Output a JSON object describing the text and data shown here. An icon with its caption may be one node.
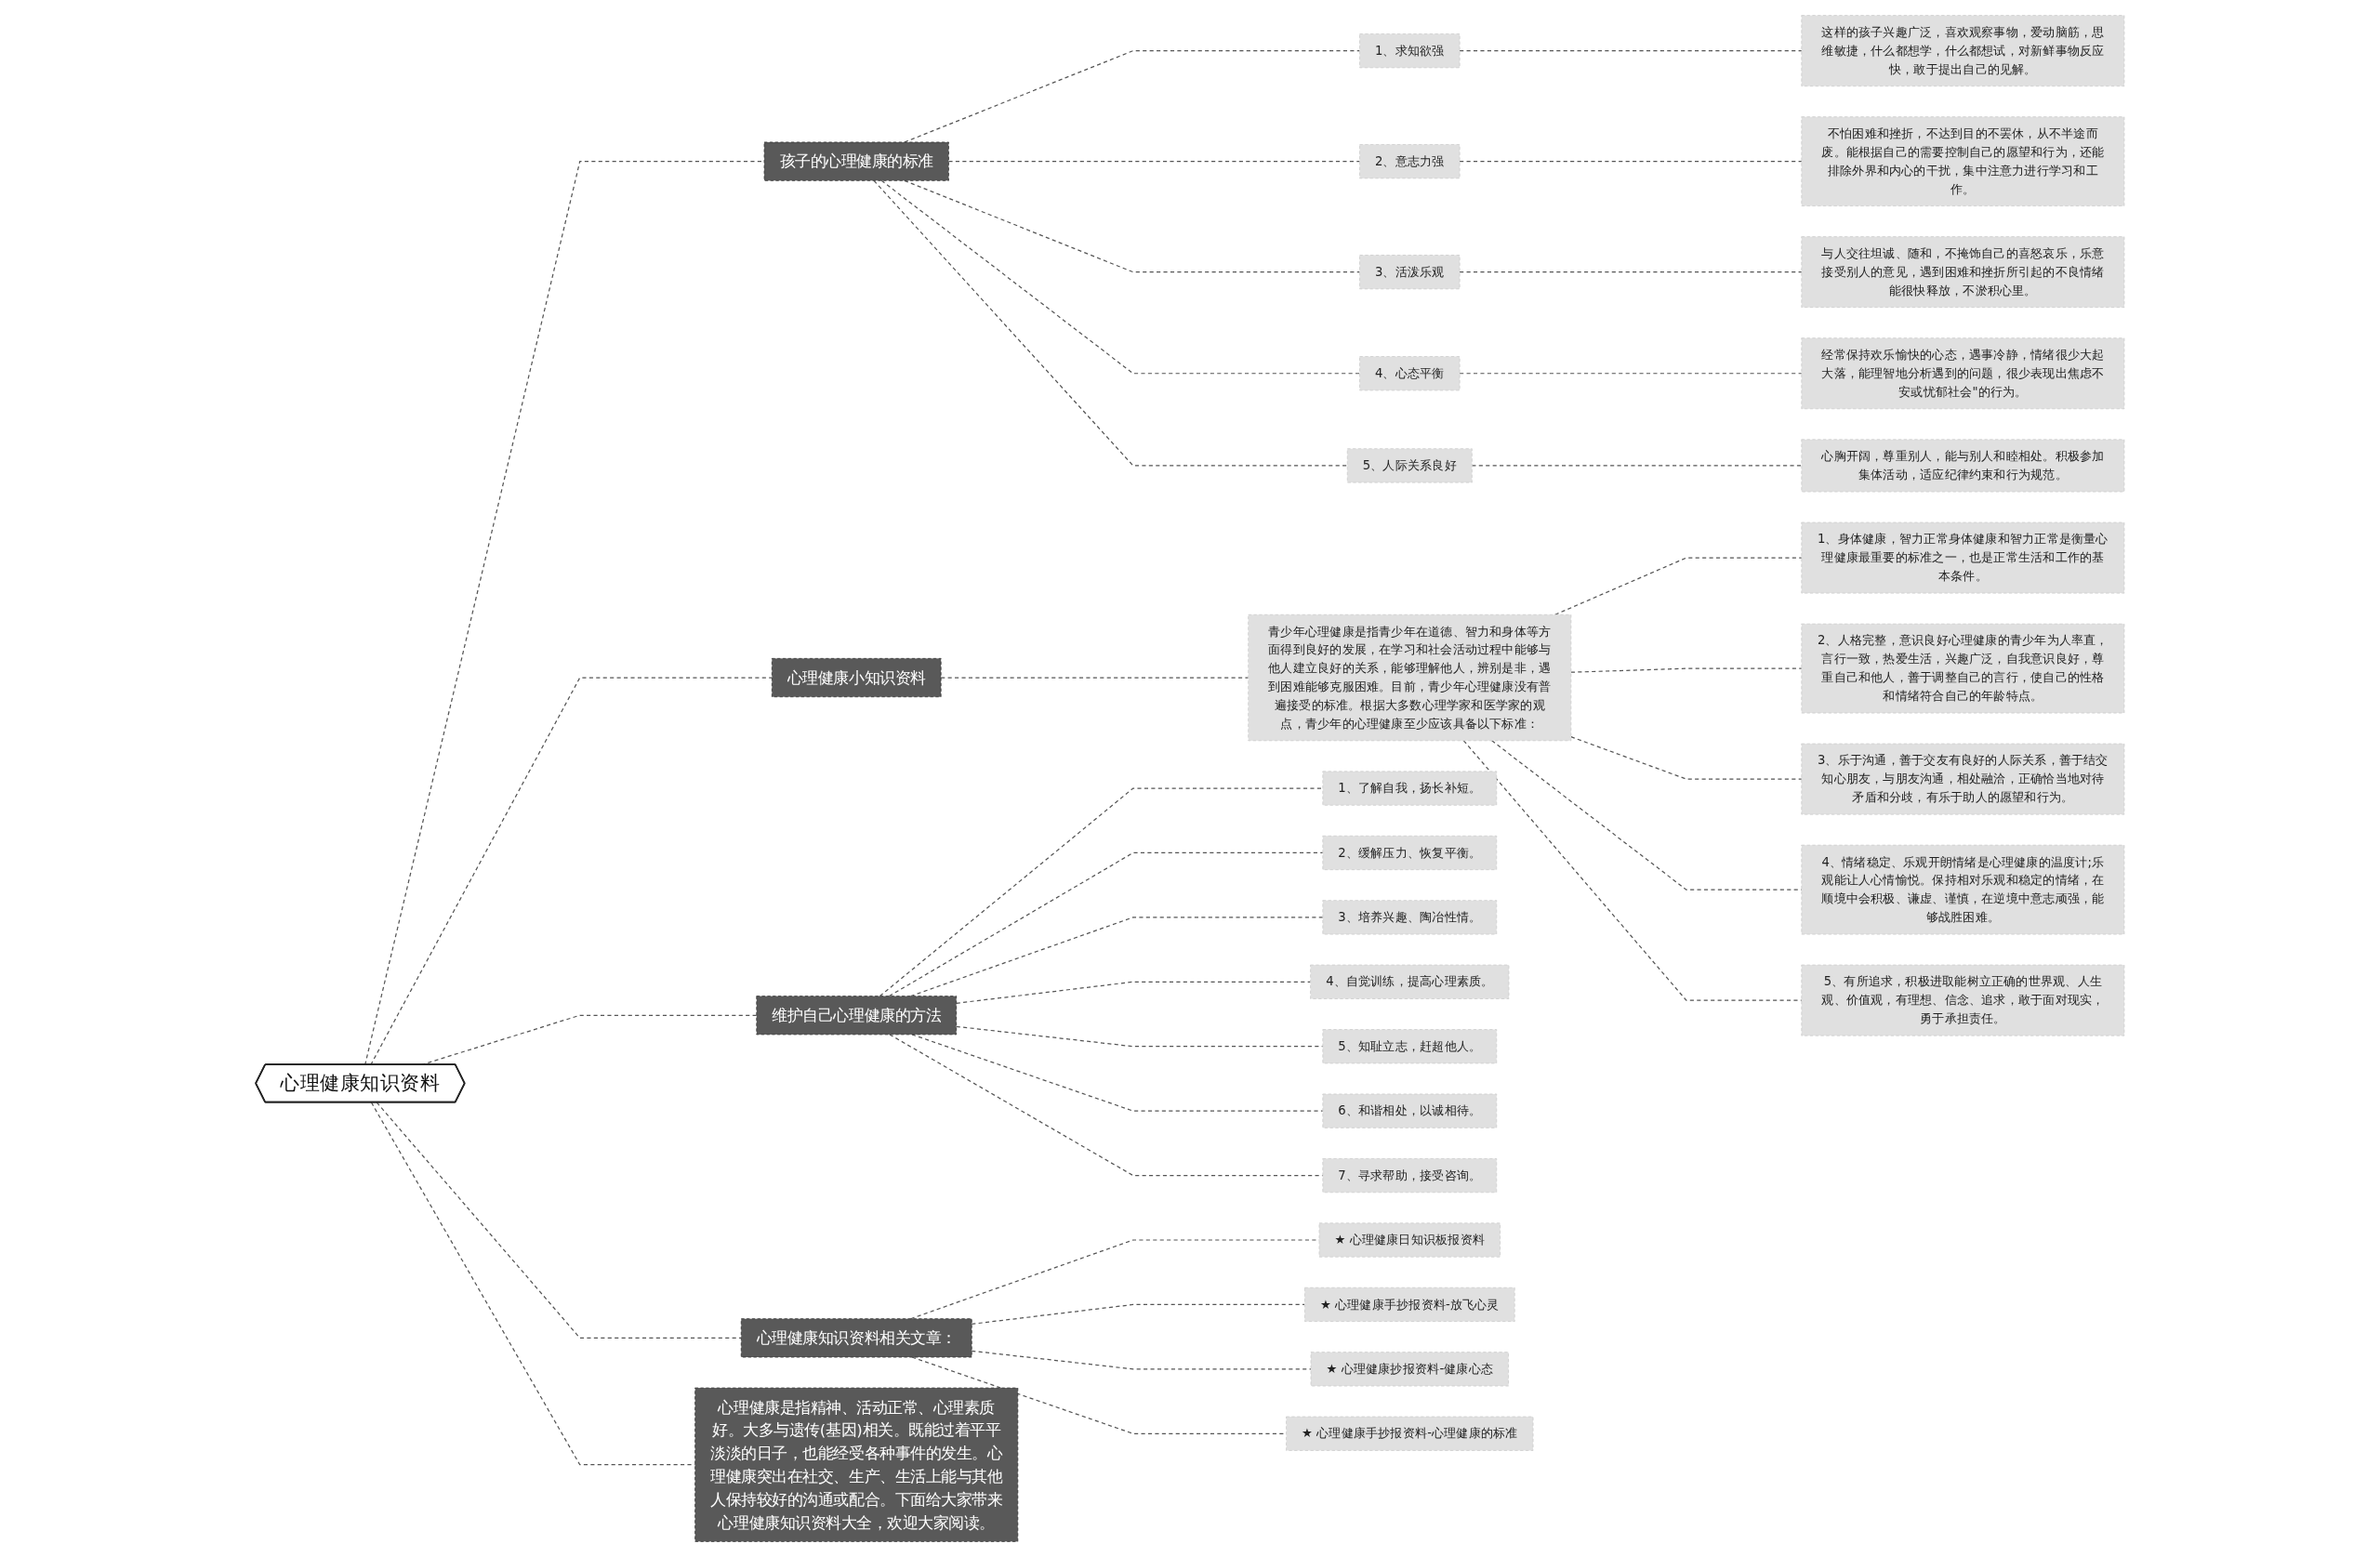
{
  "diagram": {
    "nodes": [
      {
        "text": [
          "心理健康知识资料"
        ]
      },
      {
        "text": [
          "孩子的心理健康的标准"
        ]
      },
      {
        "text": [
          "1、求知欲强"
        ]
      },
      {
        "text": [
          "这样的孩子兴趣广泛，喜欢观察事物，爱动脑筋，思维敏捷，什么都想学，什么都想试，对新鲜事物反应快，敢于提出自己的见解。"
        ]
      },
      {
        "text": [
          "2、意志力强"
        ]
      },
      {
        "text": [
          "不怕困难和挫折，不达到目的不罢休，从不半途而废。能根据自己的需要控制自己的愿望和行为，还能排除外界和内心的干扰，集中注意力进行学习和工作。"
        ]
      },
      {
        "text": [
          "3、活泼乐观"
        ]
      },
      {
        "text": [
          "与人交往坦诚、随和，不掩饰自己的喜怒哀乐，乐意接受别人的意见，遇到困难和挫折所引起的不良情绪能很快释放，不淤积心里。"
        ]
      },
      {
        "text": [
          "4、心态平衡"
        ]
      },
      {
        "text": [
          "经常保持欢乐愉快的心态，遇事冷静，情绪很少大起大落，能理智地分析遇到的问题，很少表现出焦虑不安或忧郁社会\"的行为。"
        ]
      },
      {
        "text": [
          "5、人际关系良好"
        ]
      },
      {
        "text": [
          "心胸开阔，尊重别人，能与别人和睦相处。积极参加集体活动，适应纪律约束和行为规范。"
        ]
      },
      {
        "text": [
          "心理健康小知识资料"
        ]
      },
      {
        "text": [
          "青少年心理健康是指青少年在道德、智力和身体等方面得到良好的发展，在学习和社会活动过程中能够与他人建立良好的关系，能够理解他人，辨别是非，遇到困难能够克服困难。目前，青少年心理健康没有普遍接受的标准。根据大多数心理学家和医学家的观点，青少年的心理健康至少应该具备以下标准："
        ]
      },
      {
        "text": [
          "1、身体健康，智力正常身体健康和智力正常是衡量心理健康最重要的标准之一，也是正常生活和工作的基本条件。"
        ]
      },
      {
        "text": [
          "2、人格完整，意识良好心理健康的青少年为人率直，言行一致，热爱生活，兴趣广泛，自我意识良好，尊重自己和他人，善于调整自己的言行，使自己的性格和情绪符合自己的年龄特点。"
        ]
      },
      {
        "text": [
          "3、乐于沟通，善于交友有良好的人际关系，善于结交知心朋友，与朋友沟通，相处融洽，正确恰当地对待矛盾和分歧，有乐于助人的愿望和行为。"
        ]
      },
      {
        "text": [
          "4、情绪稳定、乐观开朗情绪是心理健康的温度计;乐观能让人心情愉悦。保持相对乐观和稳定的情绪，在顺境中会积极、谦虚、谨慎，在逆境中意志顽强，能够战胜困难。"
        ]
      },
      {
        "text": [
          "5、有所追求，积极进取能树立正确的世界观、人生观、价值观，有理想、信念、追求，敢于面对现实，勇于承担责任。"
        ]
      },
      {
        "text": [
          "心理健康是指精神、活动正常、心理素质好。大多与遗传(基因)相关。既能过着平平淡淡的日子，也能经受各种事件的发生。心理健康突出在社交、生产、生活上能与其他人保持较好的沟通或配合。下面给大家带来心理健康知识资料大全，欢迎大家阅读。"
        ]
      },
      {
        "text": [
          "维护自己心理健康的方法"
        ]
      },
      {
        "text": [
          "1、了解自我，扬长补短。"
        ]
      },
      {
        "text": [
          "2、缓解压力、恢复平衡。"
        ]
      },
      {
        "text": [
          "3、培养兴趣、陶冶性情。"
        ]
      },
      {
        "text": [
          "4、自觉训练，提高心理素质。"
        ]
      },
      {
        "text": [
          "5、知耻立志，赶超他人。"
        ]
      },
      {
        "text": [
          "6、和谐相处，以诚相待。"
        ]
      },
      {
        "text": [
          "7、寻求帮助，接受咨询。"
        ]
      },
      {
        "text": [
          "心理健康知识资料相关文章："
        ]
      },
      {
        "text": [
          "★ 心理健康日知识板报资料"
        ]
      },
      {
        "text": [
          "★ 心理健康手抄报资料-放飞心灵"
        ]
      },
      {
        "text": [
          "★ 心理健康抄报资料-健康心态"
        ]
      },
      {
        "text": [
          "★ 心理健康手抄报资料-心理健康的标准"
        ]
      }
    ],
    "edges": [
      {
        "from": 0,
        "to": 1,
        "arrow": "none",
        "style": "dashed"
      },
      {
        "from": 1,
        "to": 2,
        "arrow": "none",
        "style": "dashed"
      },
      {
        "from": 2,
        "to": 3,
        "arrow": "none",
        "style": "dashed"
      },
      {
        "from": 1,
        "to": 4,
        "arrow": "none",
        "style": "dashed"
      },
      {
        "from": 4,
        "to": 5,
        "arrow": "none",
        "style": "dashed"
      },
      {
        "from": 1,
        "to": 6,
        "arrow": "none",
        "style": "dashed"
      },
      {
        "from": 6,
        "to": 7,
        "arrow": "none",
        "style": "dashed"
      },
      {
        "from": 1,
        "to": 8,
        "arrow": "none",
        "style": "dashed"
      },
      {
        "from": 8,
        "to": 9,
        "arrow": "none",
        "style": "dashed"
      },
      {
        "from": 1,
        "to": 10,
        "arrow": "none",
        "style": "dashed"
      },
      {
        "from": 10,
        "to": 11,
        "arrow": "none",
        "style": "dashed"
      },
      {
        "from": 0,
        "to": 12,
        "arrow": "none",
        "style": "dashed"
      },
      {
        "from": 12,
        "to": 13,
        "arrow": "none",
        "style": "dashed"
      },
      {
        "from": 13,
        "to": 14,
        "arrow": "none",
        "style": "dashed"
      },
      {
        "from": 13,
        "to": 15,
        "arrow": "none",
        "style": "dashed"
      },
      {
        "from": 13,
        "to": 16,
        "arrow": "none",
        "style": "dashed"
      },
      {
        "from": 13,
        "to": 17,
        "arrow": "none",
        "style": "dashed"
      },
      {
        "from": 13,
        "to": 18,
        "arrow": "none",
        "style": "dashed"
      },
      {
        "from": 0,
        "to": 19,
        "arrow": "none",
        "style": "dashed"
      },
      {
        "from": 0,
        "to": 20,
        "arrow": "none",
        "style": "dashed"
      },
      {
        "from": 20,
        "to": 21,
        "arrow": "none",
        "style": "dashed"
      },
      {
        "from": 20,
        "to": 22,
        "arrow": "none",
        "style": "dashed"
      },
      {
        "from": 20,
        "to": 23,
        "arrow": "none",
        "style": "dashed"
      },
      {
        "from": 20,
        "to": 24,
        "arrow": "none",
        "style": "dashed"
      },
      {
        "from": 20,
        "to": 25,
        "arrow": "none",
        "style": "dashed"
      },
      {
        "from": 20,
        "to": 26,
        "arrow": "none",
        "style": "dashed"
      },
      {
        "from": 20,
        "to": 27,
        "arrow": "none",
        "style": "dashed"
      },
      {
        "from": 0,
        "to": 28,
        "arrow": "none",
        "style": "dashed"
      },
      {
        "from": 28,
        "to": 29,
        "arrow": "none",
        "style": "dashed"
      },
      {
        "from": 28,
        "to": 30,
        "arrow": "none",
        "style": "dashed"
      },
      {
        "from": 28,
        "to": 31,
        "arrow": "none",
        "style": "dashed"
      },
      {
        "from": 28,
        "to": 32,
        "arrow": "none",
        "style": "dashed"
      }
    ]
  }
}
